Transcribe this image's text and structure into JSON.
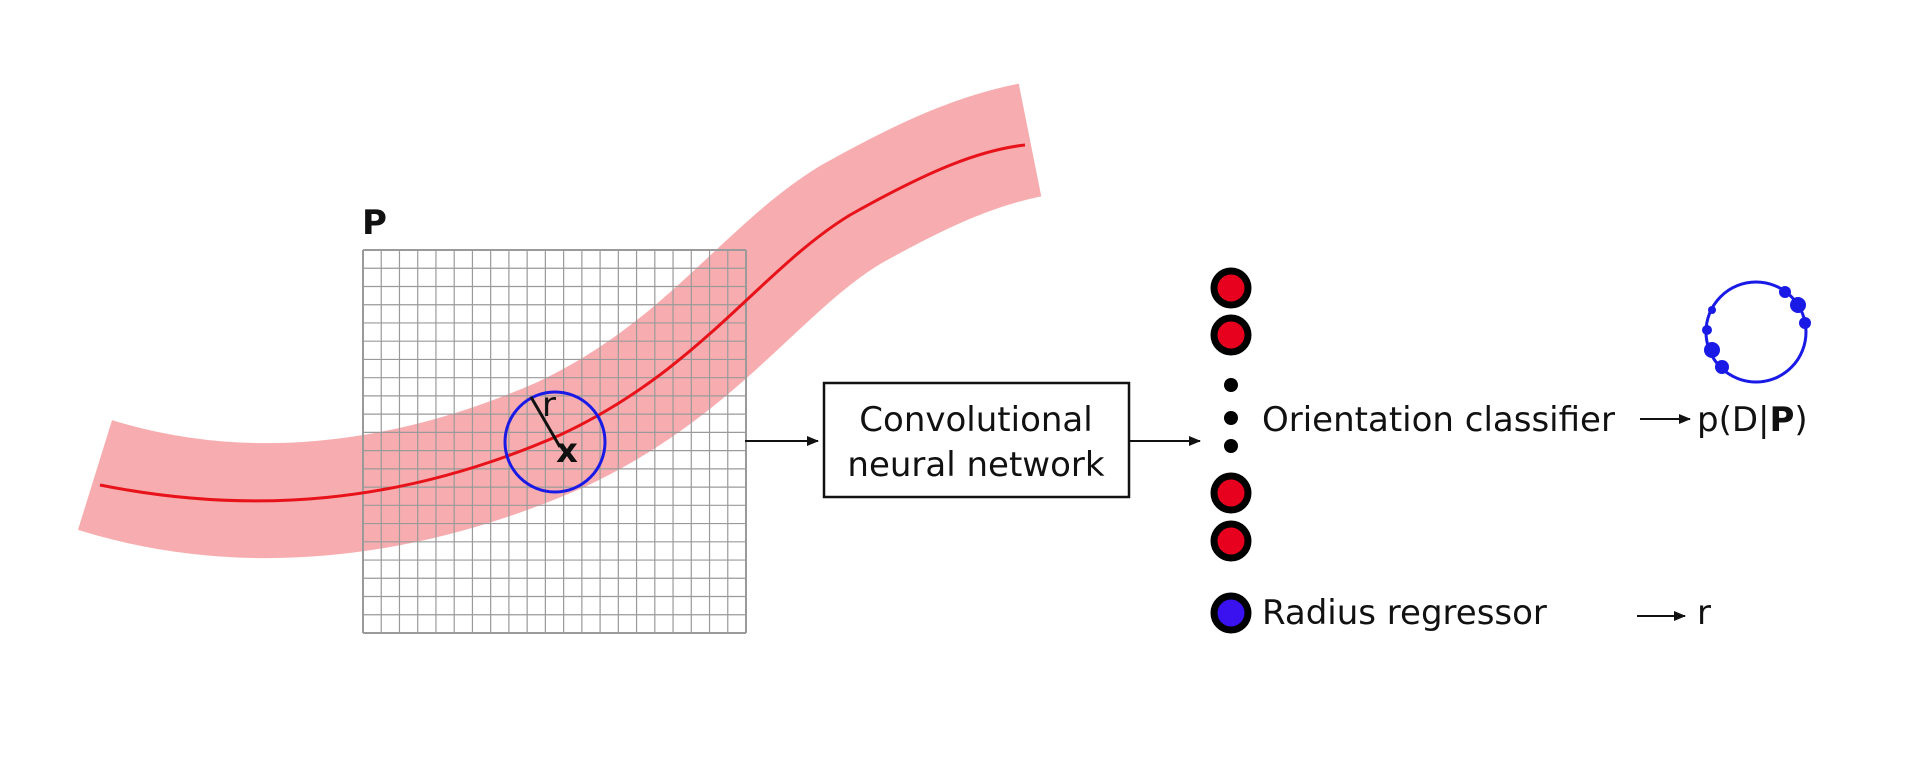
{
  "patch": {
    "label": "P",
    "center_label": "x",
    "radius_label": "r"
  },
  "cnn": {
    "line1": "Convolutional",
    "line2": "neural network"
  },
  "outputs": {
    "orientation_label": "Orientation classifier",
    "orientation_output": {
      "prefix": "p(D|",
      "bold": "P",
      "suffix": ")"
    },
    "radius_label": "Radius regressor",
    "radius_output": "r"
  },
  "colors": {
    "vessel_band": "#f7a9ab",
    "centerline": "#e8121a",
    "grid": "#9a9a9a",
    "sphere": "#1a1ae6",
    "classifier_node": "#e8001f",
    "regressor_node": "#3a12f0",
    "node_border": "#000000"
  }
}
